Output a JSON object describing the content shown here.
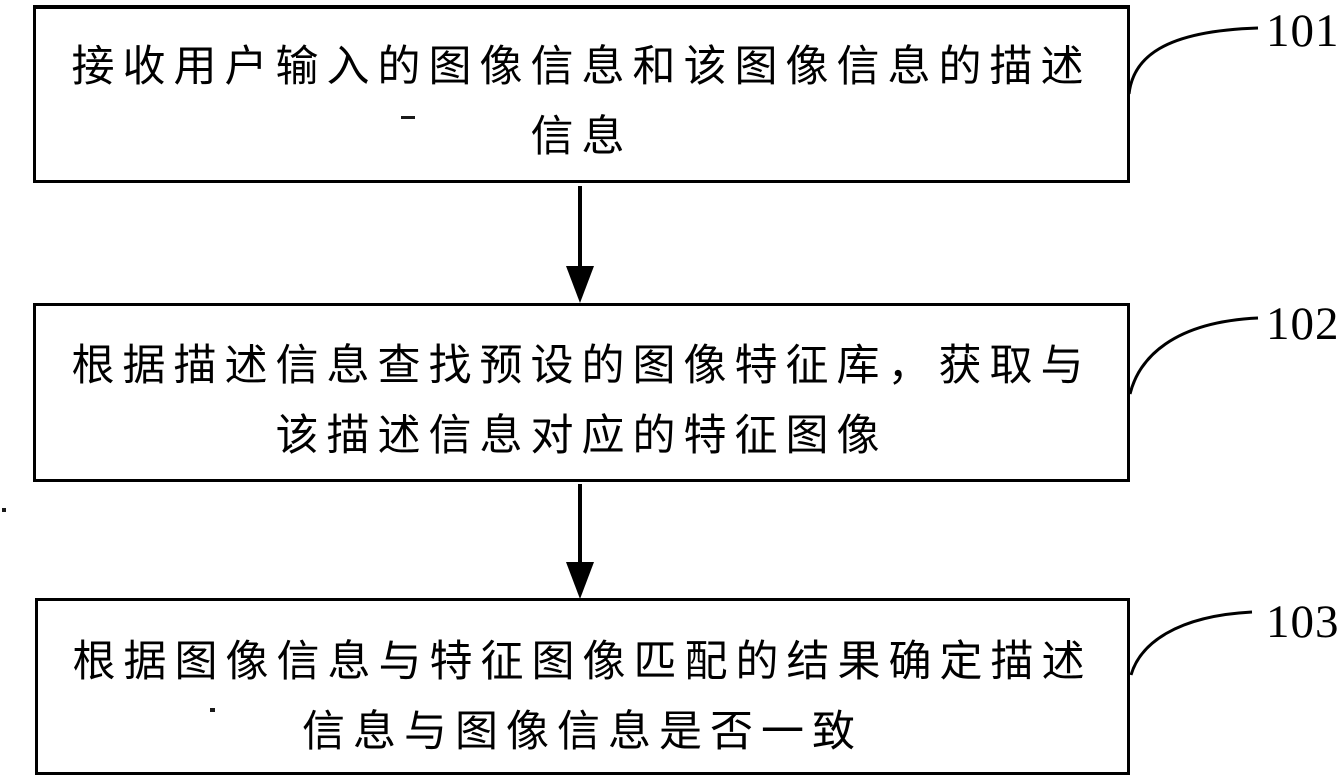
{
  "figure": {
    "type": "flowchart",
    "background_color": "#ffffff",
    "line_color": "#000000",
    "steps": [
      {
        "ref": "101",
        "lines": [
          "接收用户输入的图像信息和该图像信息的描述",
          "信息"
        ]
      },
      {
        "ref": "102",
        "lines": [
          "根据描述信息查找预设的图像特征库，获取与",
          "该描述信息对应的特征图像"
        ]
      },
      {
        "ref": "103",
        "lines": [
          "根据图像信息与特征图像匹配的结果确定描述",
          "信息与图像信息是否一致"
        ]
      }
    ]
  }
}
